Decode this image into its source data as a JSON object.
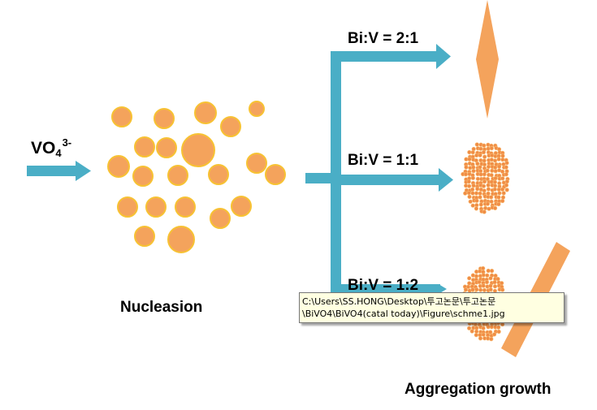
{
  "labels": {
    "ion_base": "VO",
    "ion_subscript": "4",
    "ion_charge": "3-",
    "ratio_top": "Bi:V = 2:1",
    "ratio_middle": "Bi:V = 1:1",
    "ratio_bottom": "Bi:V = 1:2",
    "nucleation": "Nucleasion",
    "aggregation": "Aggregation growth"
  },
  "tooltip": {
    "line1": "C:\\Users\\SS.HONG\\Desktop\\투고논문\\투고논문",
    "line2": "\\BiVO4\\BiVO4(catal today)\\Figure\\schme1.jpg"
  },
  "colors": {
    "arrow": "#4aaec6",
    "particle_fill": "#f4a35c",
    "particle_stroke": "#f7c233",
    "shape_fill": "#f4a35c"
  }
}
